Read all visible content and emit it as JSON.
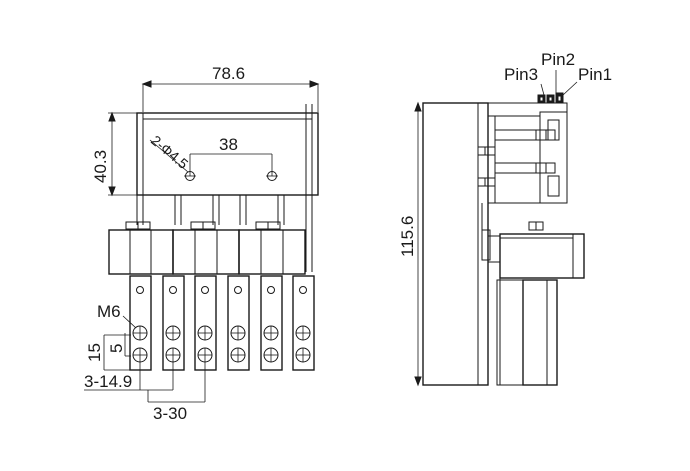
{
  "front_view": {
    "width_label": "78.6",
    "height_label": "40.3",
    "hole_spacing_label": "38",
    "hole_callout": "2-Φ4.5",
    "thread_label": "M6",
    "pitch_label": "3-14.9",
    "group_pitch_label": "3-30",
    "terminal_height_label": "15",
    "hole_offset_label": "5"
  },
  "side_view": {
    "height_label": "115.6",
    "pin_labels": [
      "Pin3",
      "Pin2",
      "Pin1"
    ]
  }
}
